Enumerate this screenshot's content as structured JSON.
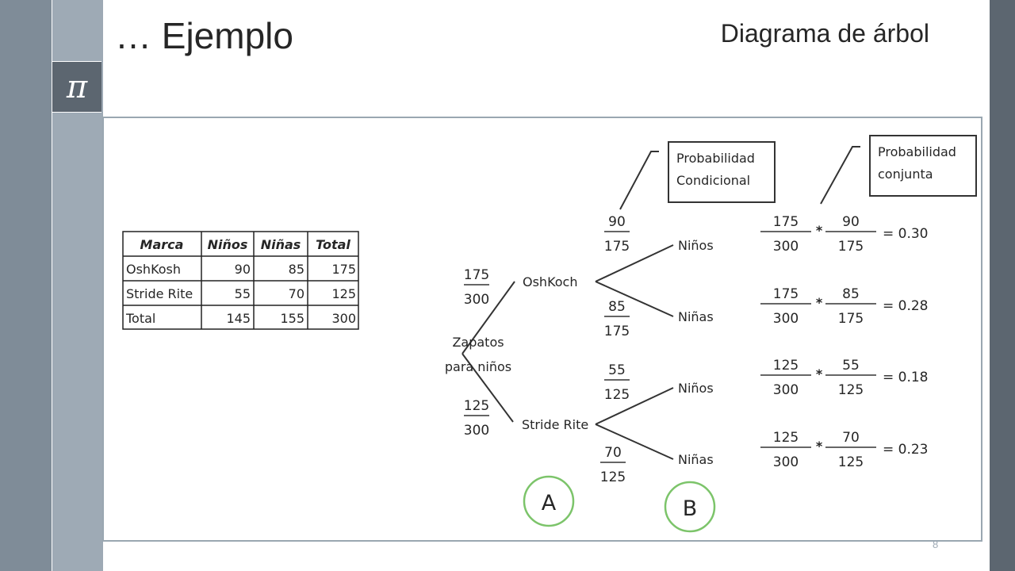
{
  "slide": {
    "title": "… Ejemplo",
    "subtitle": "Diagrama de árbol",
    "page_number": "8",
    "pi_symbol": "π"
  },
  "table": {
    "headers": [
      "Marca",
      "Niños",
      "Niñas",
      "Total"
    ],
    "rows": [
      [
        "OshKosh",
        "90",
        "85",
        "175"
      ],
      [
        "Stride Rite",
        "55",
        "70",
        "125"
      ],
      [
        "Total",
        "145",
        "155",
        "300"
      ]
    ]
  },
  "tree": {
    "root": [
      "Zapatos",
      "para niños"
    ],
    "branch1": {
      "label": "OshKoch",
      "num": "175",
      "den": "300"
    },
    "branch2": {
      "label": "Stride Rite",
      "num": "125",
      "den": "300"
    },
    "leaves": [
      {
        "label": "Niños",
        "num": "90",
        "den": "175"
      },
      {
        "label": "Niñas",
        "num": "85",
        "den": "175"
      },
      {
        "label": "Niños",
        "num": "55",
        "den": "125"
      },
      {
        "label": "Niñas",
        "num": "70",
        "den": "125"
      }
    ],
    "joint": [
      {
        "n1": "175",
        "d1": "300",
        "n2": "90",
        "d2": "175",
        "result": "= 0.30"
      },
      {
        "n1": "175",
        "d1": "300",
        "n2": "85",
        "d2": "175",
        "result": "= 0.28"
      },
      {
        "n1": "125",
        "d1": "300",
        "n2": "55",
        "d2": "125",
        "result": "= 0.18"
      },
      {
        "n1": "125",
        "d1": "300",
        "n2": "70",
        "d2": "125",
        "result": "= 0.23"
      }
    ],
    "operator": "*",
    "callout_conditional": [
      "Probabilidad",
      "Condicional"
    ],
    "callout_joint": [
      "Probabilidad",
      "conjunta"
    ],
    "circle_a": "A",
    "circle_b": "B",
    "circle_color": "#7cc46a"
  }
}
